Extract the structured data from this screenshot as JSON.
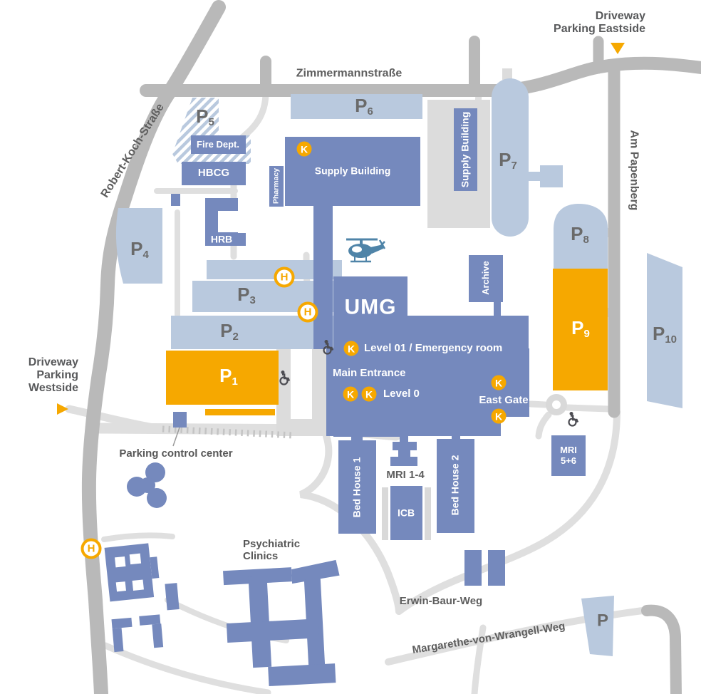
{
  "badges": {
    "k": "K",
    "h": "H"
  },
  "streets": {
    "zimmermannstrasse": "Zimmermannstraße",
    "robert_koch_strasse": "Robert-Koch-Straße",
    "am_papenberg": "Am Papenberg",
    "erwin_baur_weg": "Erwin-Baur-Weg",
    "margarethe_von_wrangell_weg": "Margarethe-von-Wrangell-Weg"
  },
  "driveways": {
    "eastside": {
      "line1": "Driveway",
      "line2": "Parking Eastside"
    },
    "westside": {
      "line1": "Driveway",
      "line2": "Parking",
      "line3": "Westside"
    }
  },
  "parking": {
    "p1": {
      "p": "P",
      "sub": "1"
    },
    "p2": {
      "p": "P",
      "sub": "2"
    },
    "p3": {
      "p": "P",
      "sub": "3"
    },
    "p4": {
      "p": "P",
      "sub": "4"
    },
    "p5": {
      "p": "P",
      "sub": "5"
    },
    "p6": {
      "p": "P",
      "sub": "6"
    },
    "p7": {
      "p": "P",
      "sub": "7"
    },
    "p8": {
      "p": "P",
      "sub": "8"
    },
    "p9": {
      "p": "P",
      "sub": "9"
    },
    "p10": {
      "p": "P",
      "sub": "10"
    },
    "south": {
      "p": "P"
    }
  },
  "buildings": {
    "umg": "UMG",
    "supply_building": "Supply Building",
    "supply_building_2": "Supply Building",
    "pharmacy": "Pharmacy",
    "fire_dept": "Fire Dept.",
    "hbcg": "HBCG",
    "hrb": "HRB",
    "archive": "Archive",
    "bed_house_1": "Bed House 1",
    "bed_house_2": "Bed House 2",
    "icb": "ICB",
    "mri_1_4": "MRI 1-4",
    "mri_5_6": {
      "line1": "MRI",
      "line2": "5+6"
    },
    "psychiatric": {
      "line1": "Psychiatric",
      "line2": "Clinics"
    }
  },
  "gates": {
    "main_entrance": "Main Entrance",
    "level_01": "Level 01 / Emergency room",
    "level_0": "Level 0",
    "east_gate": "East Gate"
  },
  "annotations": {
    "parking_control": "Parking control center"
  },
  "colors": {
    "building_blue": "#7589bd",
    "parking_blue": "#b9c9de",
    "accent_orange": "#f6a800",
    "road_gray": "#b9b9b9",
    "path_gray": "#dfdfdf",
    "label_gray": "#5e5e5e"
  },
  "icons": {
    "wheelchair": "wheelchair-icon",
    "helicopter": "helicopter-icon",
    "east_marker": "triangle-down-icon",
    "west_marker": "triangle-right-icon"
  }
}
